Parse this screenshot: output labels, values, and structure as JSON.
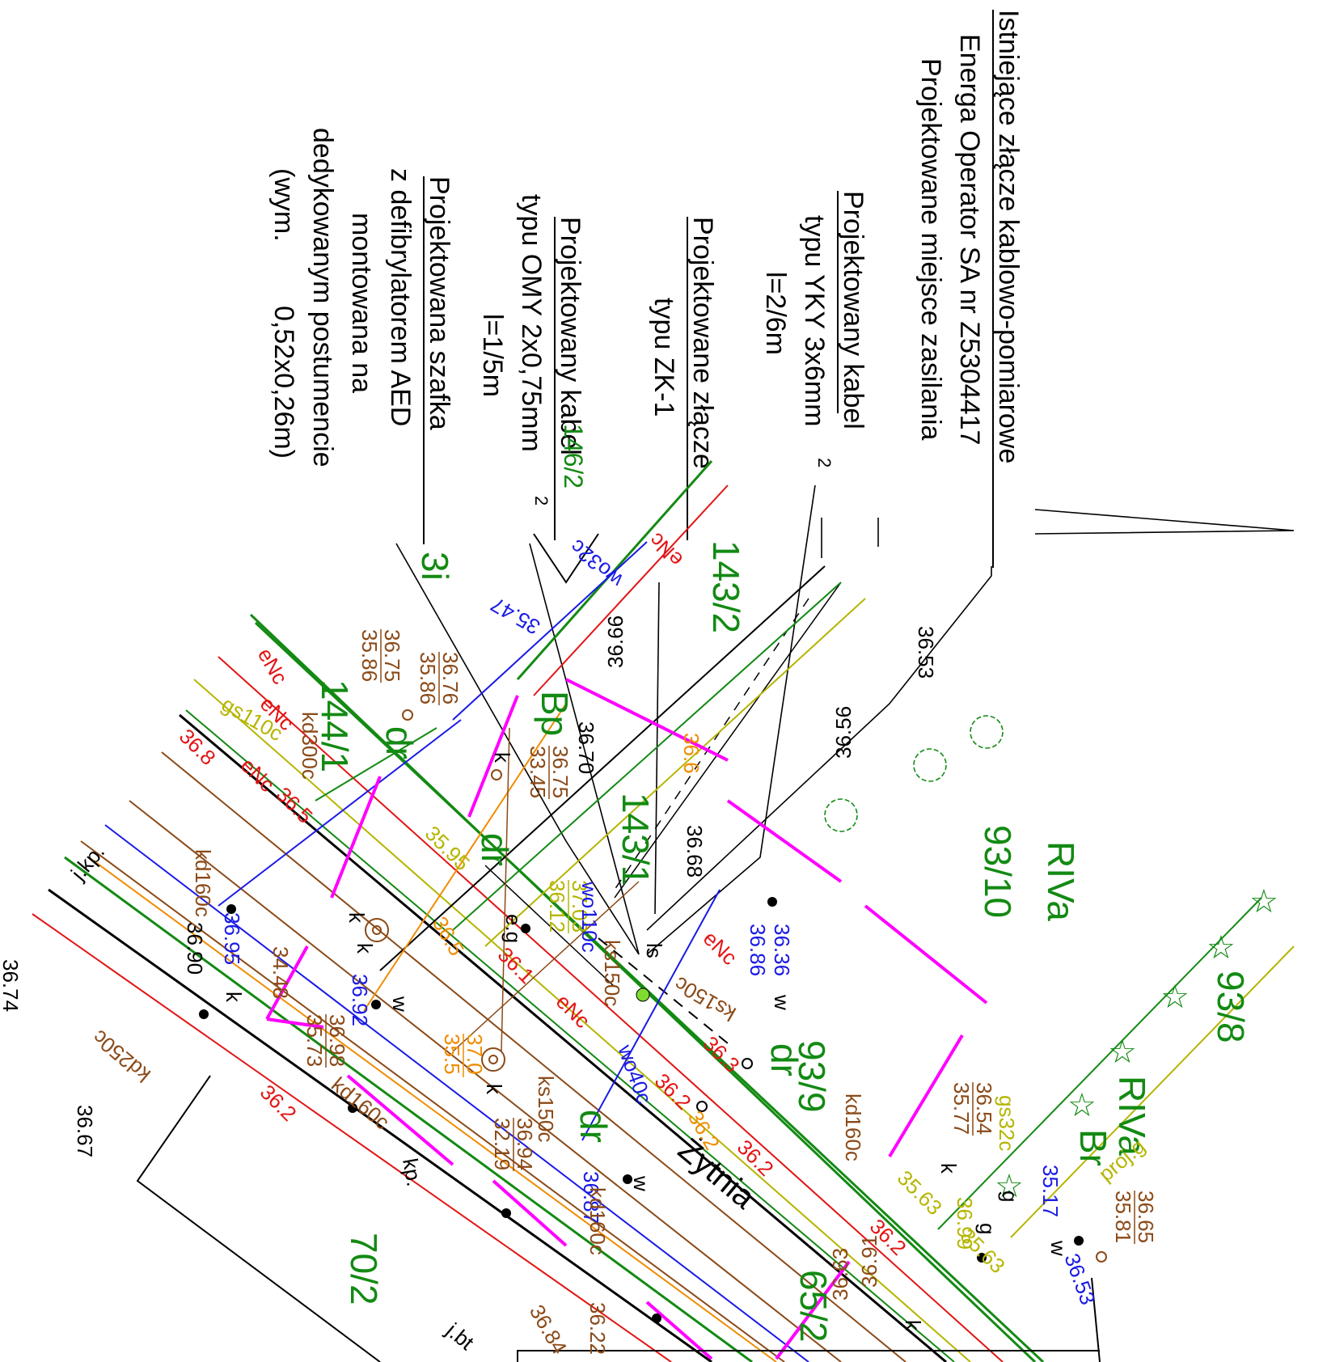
{
  "legend": {
    "existing_connector": {
      "line1": "Istniejące złącze kablowo-pomiarowe",
      "line2": "Energa Operator SA nr Z5304417",
      "line3": "Projektowane miejsce zasilania"
    },
    "cable_yky": {
      "line1": "Projektowany kabel",
      "line2": "typu YKY 3x6mm",
      "sup": "2",
      "line3": "l=2/6m"
    },
    "connector_zk": {
      "line1": "Projektowane złącze",
      "line2": "typu ZK-1"
    },
    "cable_omy": {
      "line1": "Projektowany kabel",
      "line2": "typu OMY 2x0,75mm",
      "sup": "2",
      "line3": "l=1/5m"
    },
    "cabinet_aed": {
      "line1": "Projektowana szafka",
      "line2": "z defibrylatorem AED",
      "line3": "montowana na",
      "line4": "dedykowanym postumencie",
      "line5a": "(wym.",
      "line5b": "0,52x0,26m)"
    }
  },
  "parcels": {
    "p143_2": "143/2",
    "p143_1": "143/1",
    "p144_1": "144/1",
    "p146": "146/2",
    "p93_10": "93/10",
    "p93_9": "93/9",
    "p93_8": "93/8",
    "p65_2": "65/2",
    "p70_2": "70/2",
    "riva1": "RIVa",
    "riva2": "RIVa",
    "bp": "Bp",
    "br": "Br",
    "dr1": "dr",
    "dr2": "dr",
    "dr3": "dr",
    "dr4": "dr",
    "i3": "3i"
  },
  "street": {
    "name": "Żytnia"
  },
  "heights": {
    "h3653": "36.53",
    "h3656": "36.56",
    "h3666": "36.66",
    "h3670": "36.70",
    "h3668": "36.68",
    "h3674": "36.74",
    "h3667": "36.67",
    "h3690": "36.90",
    "h3688": "36.8",
    "h365": "36.5",
    "h3547": "35.47",
    "h3636": "36.36",
    "h3686": "36.86",
    "h3695": "36.95",
    "h3692": "36.92",
    "h3687": "36.87",
    "h3517": "35.17",
    "h3653b": "36.53",
    "h3595": "35.95",
    "h3561": "35.63",
    "h3699": "36.99",
    "h3562": "35.63",
    "h3684": "36.84",
    "h3663": "36.63",
    "h3591": "36.91",
    "h362a": "36.2",
    "h362b": "36.2",
    "h362c": "36.2",
    "h362d": "36.2",
    "h362e": "36.2",
    "h361": "36.1",
    "h363": "36.3",
    "h3655": "36.5"
  },
  "fractions": {
    "f1": {
      "num": "36.76",
      "den": "35.86"
    },
    "f2": {
      "num": "36.75",
      "den": "35.86"
    },
    "f3": {
      "num": "36.75",
      "den": "33.45"
    },
    "f4": {
      "num": "37.03",
      "den": "36.12"
    },
    "f5": {
      "num": "37.0",
      "den": "35.5"
    },
    "f6": {
      "num": "36.94",
      "den": "32.19"
    },
    "f7": {
      "num": "36.98",
      "den": "35.73"
    },
    "f8": {
      "num": "34.48",
      "den": ""
    },
    "f9": {
      "num": "36.54",
      "den": "35.77"
    },
    "f10": {
      "num": "36.65",
      "den": "35.81"
    },
    "f11": {
      "num": "36.22",
      "den": ""
    }
  },
  "utilities": {
    "eNc1": "eNc",
    "eNc2": "eNc",
    "eNc3": "eNc",
    "eNc4": "eNc",
    "eNc5": "eNc",
    "eNc6": "eNc",
    "wo32c": "wo32c",
    "wo110c": "wo110c",
    "wo40c": "wo40c",
    "gs110c": "gs110c",
    "gs32c": "gs32c",
    "kd300c": "kd300c",
    "kd160c1": "kd160c",
    "kd160c2": "kd160c",
    "kd160c3": "kd160c",
    "kd160c4": "kd160c",
    "kd250c": "kd250c",
    "ks150c1": "ks150c",
    "ks150c2": "ks150c",
    "ks150c3": "ks150c",
    "projg": "proj.g",
    "jkp": "j.kp.",
    "kp": "kp.",
    "jbt": "j.bt",
    "eg": "e.g",
    "k1": "k",
    "k2": "k",
    "k3": "k",
    "k4": "k",
    "k5": "k",
    "k6": "k",
    "k7": "k",
    "w1": "w",
    "w2": "w",
    "w3": "w",
    "w4": "w",
    "g1": "g",
    "g2": "g",
    "r36": "36.6",
    "ls": "ls"
  },
  "colors": {
    "green": "#138a13",
    "brown": "#8b4a18",
    "red": "#e31414",
    "blue": "#1a1ae6",
    "orange": "#f08c00",
    "olive": "#b5b500",
    "magenta": "#ff00ff",
    "black": "#000000"
  }
}
